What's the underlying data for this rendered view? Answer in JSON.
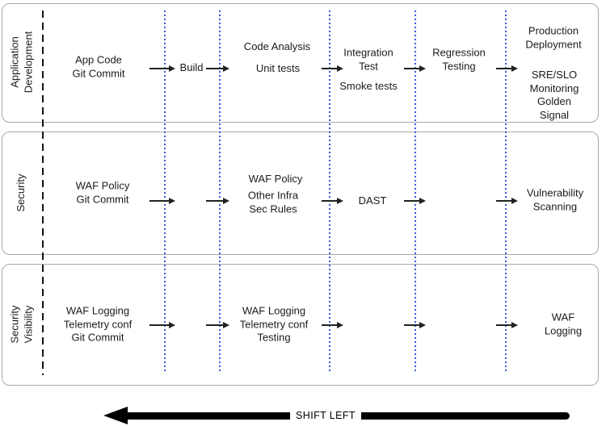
{
  "diagram": {
    "lanes": {
      "app_dev": {
        "label": "Application\nDevelopment",
        "stages": {
          "source": "App Code\nGit Commit",
          "build": "Build",
          "code_analysis": "Code Analysis",
          "unit_tests": "Unit tests",
          "integration_test": "Integration\nTest",
          "smoke_tests": "Smoke tests",
          "regression_testing": "Regression\nTesting",
          "production_deployment": "Production\nDeployment",
          "sre_monitoring": "SRE/SLO\nMonitoring\nGolden Signal"
        }
      },
      "security": {
        "label": "Security",
        "stages": {
          "source": "WAF Policy\nGit Commit",
          "waf_policy": "WAF Policy",
          "other_infra": "Other Infra\nSec Rules",
          "dast": "DAST",
          "vulnerability_scanning": "Vulnerability\nScanning"
        }
      },
      "security_visibility": {
        "label": "Security\nVisibility",
        "stages": {
          "source": "WAF Logging\nTelemetry conf\nGit Commit",
          "testing": "WAF Logging\nTelemetry conf\nTesting",
          "waf_logging": "WAF Logging"
        }
      }
    },
    "footer": {
      "shift_left_label": "SHIFT LEFT"
    },
    "colors": {
      "stage_divider_blue": "#3659e0",
      "dashed_line_black": "#141414",
      "lane_border_gray": "#aaaaaa",
      "text_color": "#1b1b1b",
      "shift_arrow_black": "#000000"
    }
  }
}
